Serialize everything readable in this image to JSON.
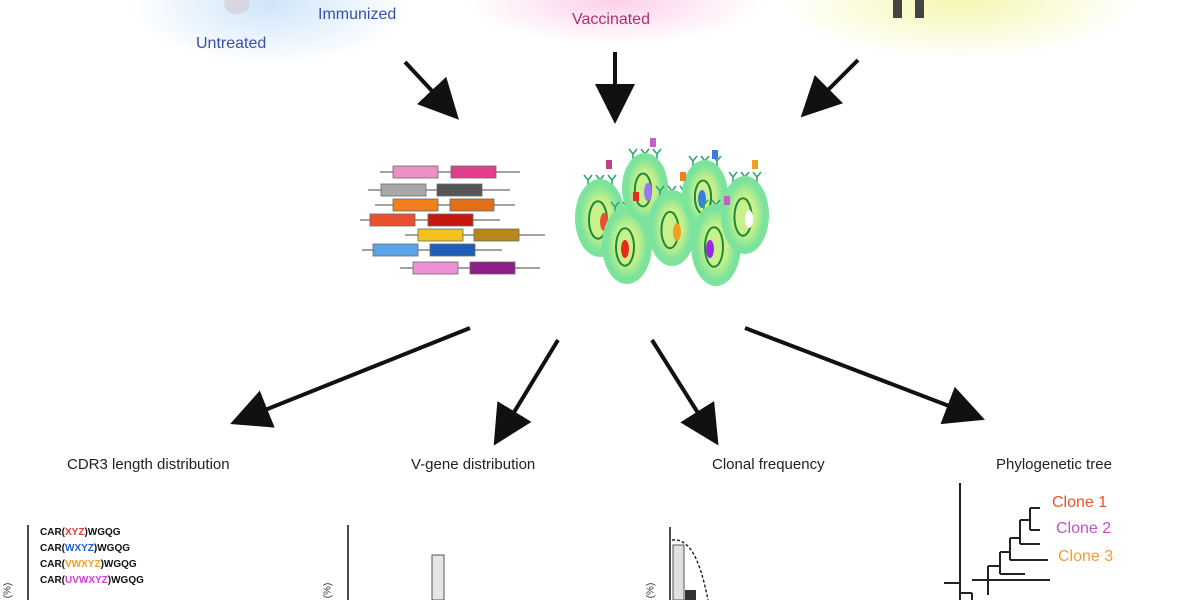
{
  "conditions": {
    "untreated": "Untreated",
    "immunized": "Immunized",
    "vaccinated": "Vaccinated"
  },
  "analyses": {
    "cdr3": "CDR3 length distribution",
    "vgene": "V-gene distribution",
    "clonal": "Clonal frequency",
    "phylo": "Phylogenetic tree"
  },
  "cdr3_sequences": [
    {
      "prefix": "CAR(",
      "insert": "XYZ",
      "suffix": ")WGQG",
      "color": "#e53935"
    },
    {
      "prefix": "CAR(",
      "insert": "WXYZ",
      "suffix": ")WGQG",
      "color": "#1e5fd6"
    },
    {
      "prefix": "CAR(",
      "insert": "VWXYZ",
      "suffix": ")WGQG",
      "color": "#f0a020"
    },
    {
      "prefix": "CAR(",
      "insert": "UVWXYZ",
      "suffix": ")WGQG",
      "color": "#d040d0"
    }
  ],
  "clones": [
    {
      "label": "Clone 1",
      "color": "#e8552a"
    },
    {
      "label": "Clone 2",
      "color": "#c24fd0"
    },
    {
      "label": "Clone 3",
      "color": "#f0a030"
    }
  ],
  "axis_partial": "(%)",
  "colors": {
    "untreated_glow": "#cfe6fa",
    "vaccinated_glow": "#fbd0ea",
    "right_glow": "#f4f7b0",
    "cell_fill": "#c9f08a",
    "cell_glow": "#7be39b",
    "arrow": "#111111"
  }
}
